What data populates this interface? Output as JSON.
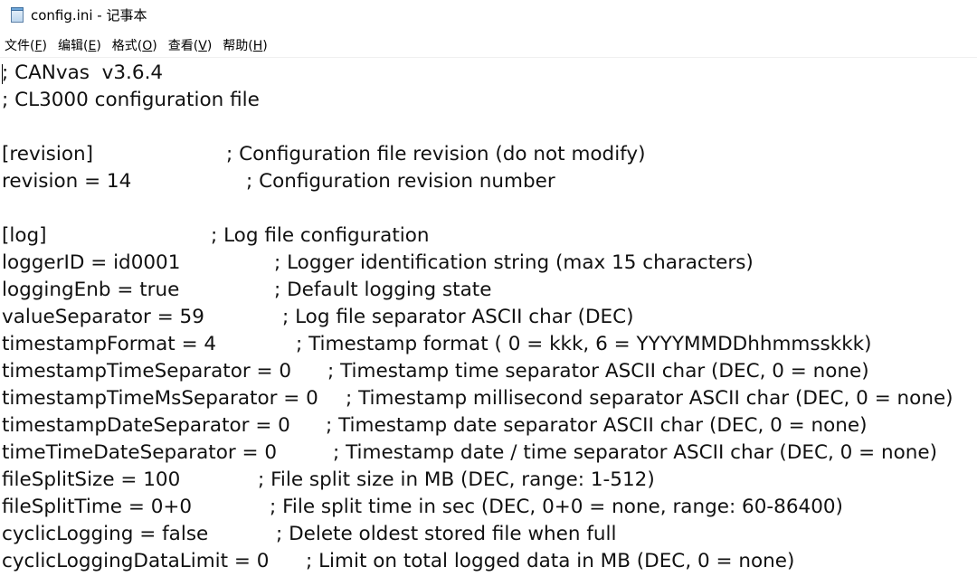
{
  "window": {
    "title": "config.ini - 记事本",
    "icon": "notepad-icon"
  },
  "menubar": {
    "items": [
      {
        "label": "文件(",
        "key": "F",
        "suffix": ")"
      },
      {
        "label": "编辑(",
        "key": "E",
        "suffix": ")"
      },
      {
        "label": "格式(",
        "key": "O",
        "suffix": ")"
      },
      {
        "label": "查看(",
        "key": "V",
        "suffix": ")"
      },
      {
        "label": "帮助(",
        "key": "H",
        "suffix": ")"
      }
    ]
  },
  "editor": {
    "lines": [
      {
        "code": "; CANvas  v3.6.4",
        "comment": ""
      },
      {
        "code": "; CL3000 configuration file",
        "comment": ""
      },
      {
        "code": "",
        "comment": ""
      },
      {
        "code": "[revision]",
        "comment": "; Configuration file revision (do not modify)"
      },
      {
        "code": "revision = 14",
        "comment": "; Configuration revision number"
      },
      {
        "code": "",
        "comment": ""
      },
      {
        "code": "[log]",
        "comment": "; Log file configuration"
      },
      {
        "code": "loggerID = id0001",
        "comment": "; Logger identification string (max 15 characters)"
      },
      {
        "code": "loggingEnb = true",
        "comment": "; Default logging state"
      },
      {
        "code": "valueSeparator = 59",
        "comment": "; Log file separator ASCII char (DEC)"
      },
      {
        "code": "timestampFormat = 4",
        "comment": "; Timestamp format ( 0 = kkk, 6 = YYYYMMDDhhmmsskkk)"
      },
      {
        "code": "timestampTimeSeparator = 0",
        "comment": "; Timestamp time separator ASCII char (DEC, 0 = none)"
      },
      {
        "code": "timestampTimeMsSeparator = 0",
        "comment": "; Timestamp millisecond separator ASCII char (DEC, 0 = none)"
      },
      {
        "code": "timestampDateSeparator = 0",
        "comment": "; Timestamp date separator ASCII char (DEC, 0 = none)"
      },
      {
        "code": "timeTimeDateSeparator = 0",
        "comment": "; Timestamp date / time separator ASCII char (DEC, 0 = none)"
      },
      {
        "code": "fileSplitSize = 100",
        "comment": "; File split size in MB (DEC, range: 1-512)"
      },
      {
        "code": "fileSplitTime = 0+0",
        "comment": "; File split time in sec (DEC, 0+0 = none, range: 60-86400)"
      },
      {
        "code": "cyclicLogging = false",
        "comment": "; Delete oldest stored file when full"
      },
      {
        "code": "cyclicLoggingDataLimit = 0",
        "comment": "; Limit on total logged data in MB (DEC, 0 = none)"
      }
    ]
  }
}
